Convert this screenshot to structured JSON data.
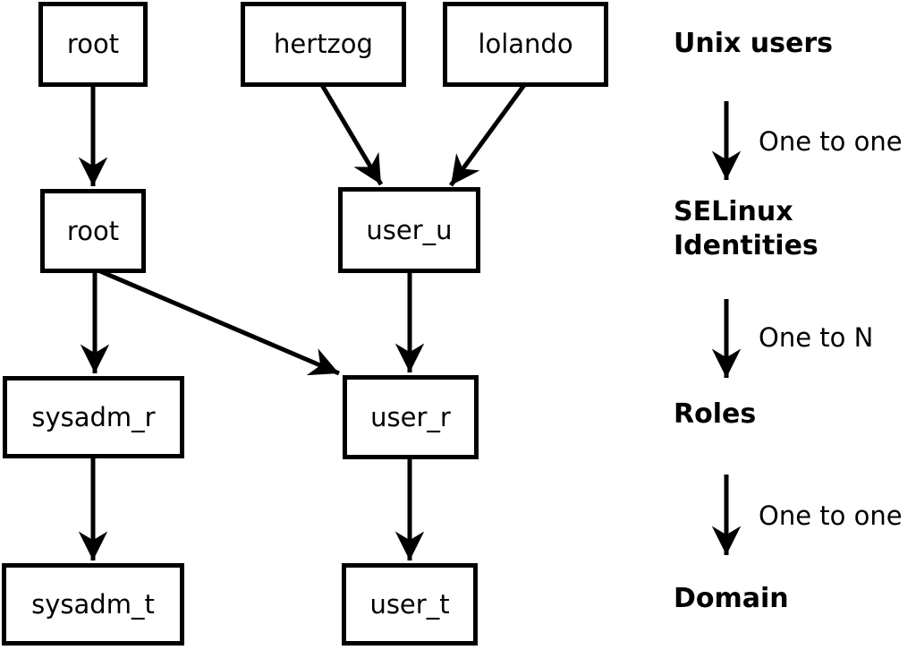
{
  "diagram": {
    "background_color": "#ffffff",
    "line_color": "#000000",
    "nodes": [
      {
        "id": "unix-root",
        "label": "root",
        "level": "Unix users"
      },
      {
        "id": "unix-hertzog",
        "label": "hertzog",
        "level": "Unix users"
      },
      {
        "id": "unix-lolando",
        "label": "lolando",
        "level": "Unix users"
      },
      {
        "id": "selinux-root",
        "label": "root",
        "level": "SELinux Identities"
      },
      {
        "id": "user-u",
        "label": "user_u",
        "level": "SELinux Identities"
      },
      {
        "id": "sysadm-r",
        "label": "sysadm_r",
        "level": "Roles"
      },
      {
        "id": "user-r",
        "label": "user_r",
        "level": "Roles"
      },
      {
        "id": "sysadm-t",
        "label": "sysadm_t",
        "level": "Domain"
      },
      {
        "id": "user-t",
        "label": "user_t",
        "level": "Domain"
      }
    ],
    "edges": [
      {
        "from": "unix-root",
        "to": "selinux-root"
      },
      {
        "from": "unix-hertzog",
        "to": "user-u"
      },
      {
        "from": "unix-lolando",
        "to": "user-u"
      },
      {
        "from": "selinux-root",
        "to": "sysadm-r"
      },
      {
        "from": "selinux-root",
        "to": "user-r"
      },
      {
        "from": "user-u",
        "to": "user-r"
      },
      {
        "from": "sysadm-r",
        "to": "sysadm-t"
      },
      {
        "from": "user-r",
        "to": "user-t"
      }
    ],
    "legend": {
      "level1": "Unix users",
      "arrow1_label": "One to one",
      "level2_line1": "SELinux",
      "level2_line2": "Identities",
      "arrow2_label": "One to N",
      "level3": "Roles",
      "arrow3_label": "One to one",
      "level4": "Domain"
    }
  }
}
